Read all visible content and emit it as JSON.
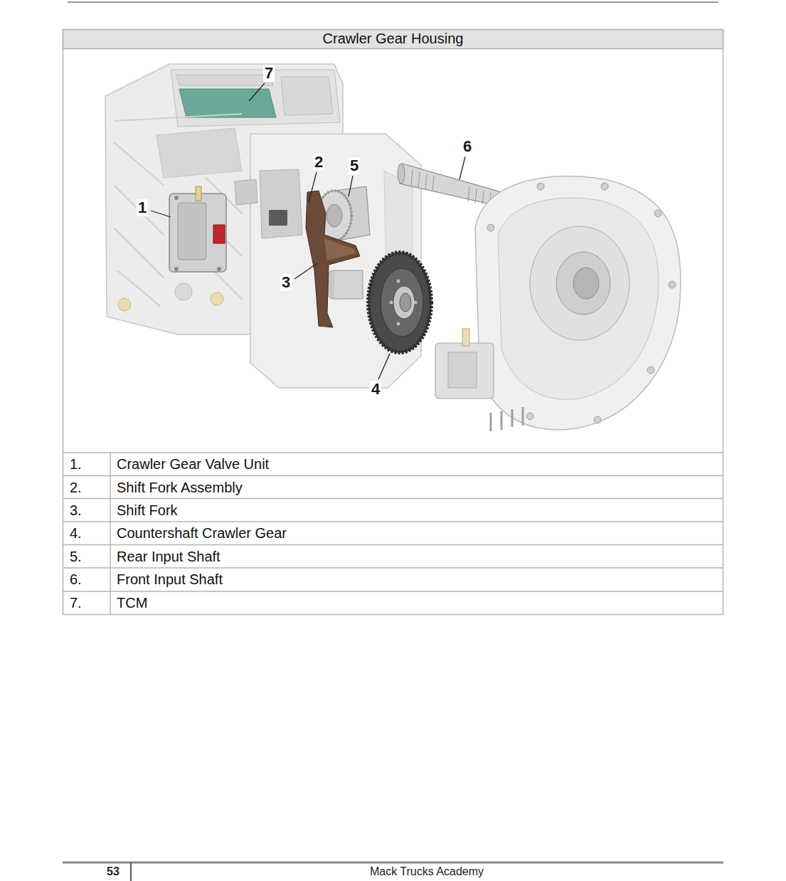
{
  "diagram": {
    "title": "Crawler Gear Housing",
    "labels": [
      "7",
      "2",
      "5",
      "6",
      "1",
      "3",
      "4",
      "1.",
      "Crawler Gear Valve Unit",
      "2.",
      "Shift Fork Assembly",
      "3.",
      "Shift Fork",
      "4.",
      "Countershaft Crawler Gear",
      "5.",
      "Rear Input Shaft",
      "6.",
      "Front Input Shaft",
      "7.",
      "TCM",
      "53",
      "Mack Trucks Academy"
    ]
  }
}
